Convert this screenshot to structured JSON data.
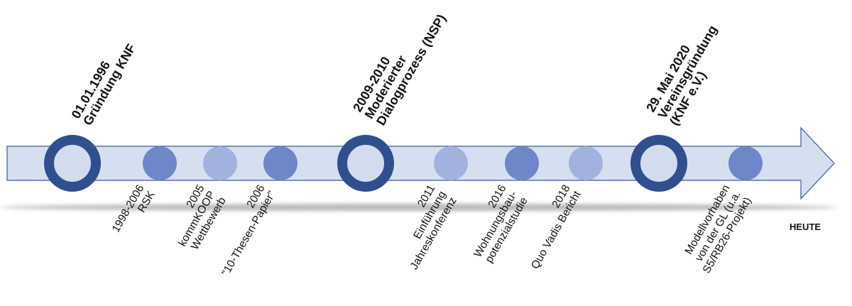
{
  "timeline": {
    "colors": {
      "arrow_fill": "#d6dff0",
      "arrow_stroke": "#3a5a99",
      "major_ring": "#2f4f8f",
      "major_center": "#d3dcee",
      "minor_dark": "#6f86c9",
      "minor_light": "#a2b1de",
      "shadow": "#b8b8b8"
    },
    "end_label": "HEUTE",
    "major_events": [
      {
        "lines": [
          "01.01.1996",
          "Gründung KNF"
        ]
      },
      {
        "lines": [
          "2009-2010",
          "Moderierter",
          "Dialogprozess (NSP)"
        ]
      },
      {
        "lines": [
          "29. Mai 2020",
          "Vereinsgründung",
          "(KNF e.V.)"
        ]
      }
    ],
    "minor_events": [
      {
        "lines": [
          "1998-2006",
          "RSK"
        ],
        "tone": "dark"
      },
      {
        "lines": [
          "2005",
          "kommKOOP",
          "Wettbewerb"
        ],
        "tone": "light"
      },
      {
        "lines": [
          "2006",
          "\"10-Thesen-Papier\""
        ],
        "tone": "dark"
      },
      {
        "lines": [
          "2011",
          "Einführung",
          "Jahreskonferenz"
        ],
        "tone": "light"
      },
      {
        "lines": [
          "2016",
          "Wohnungsbau-",
          "potenzialstudie"
        ],
        "tone": "dark"
      },
      {
        "lines": [
          "2018",
          "Quo Vadis Bericht"
        ],
        "tone": "light"
      },
      {
        "lines": [
          "Modellvorhaben",
          "von der GL (u.a.",
          "S5/RB26-Projekt)"
        ],
        "tone": "dark"
      }
    ]
  }
}
